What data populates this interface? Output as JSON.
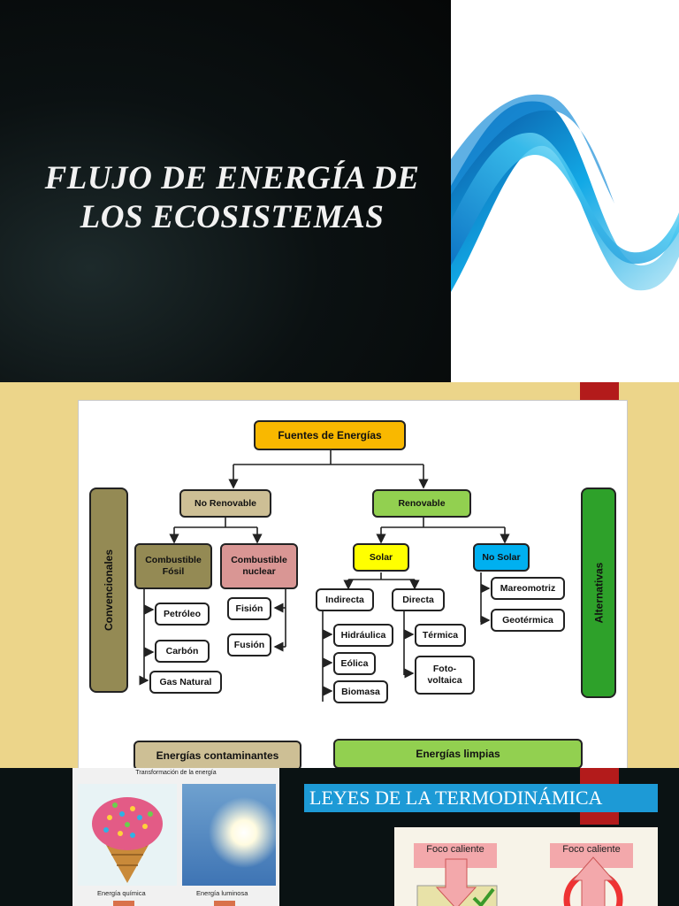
{
  "slide1": {
    "title_line1": "FLUJO DE ENERGÍA DE",
    "title_line2": "LOS ECOSISTEMAS"
  },
  "diagram": {
    "root": "Fuentes de Energías",
    "no_renovable": "No Renovable",
    "renovable": "Renovable",
    "combustible_fosil_line1": "Combustible",
    "combustible_fosil_line2": "Fósil",
    "combustible_nuclear_line1": "Combustible",
    "combustible_nuclear_line2": "nuclear",
    "solar": "Solar",
    "no_solar": "No Solar",
    "petroleo": "Petróleo",
    "carbon": "Carbón",
    "gas_natural": "Gas Natural",
    "fision": "Fisión",
    "fusion": "Fusión",
    "indirecta": "Indirecta",
    "directa": "Directa",
    "hidraulica": "Hidráulica",
    "eolica": "Eólica",
    "biomasa": "Biomasa",
    "termica": "Térmica",
    "fotovoltaica_line1": "Foto-",
    "fotovoltaica_line2": "voltaica",
    "mareomotriz": "Mareomotriz",
    "geotermica": "Geotérmica",
    "convencionales": "Convencionales",
    "alternativas": "Alternativas",
    "contaminantes": "Energías contaminantes",
    "limpias": "Energías limpias",
    "colors": {
      "root": "#f9b800",
      "no_renovable": "#cdbf95",
      "renovable": "#92d050",
      "fosil": "#948a54",
      "nuclear": "#d99694",
      "solar": "#ffff00",
      "no_solar": "#00b0f0",
      "white": "#ffffff"
    }
  },
  "slide3": {
    "transform_header": "Transformación de la energía",
    "caption_quimica": "Energía química",
    "caption_luminosa": "Energía luminosa",
    "laws_title": "LEYES DE LA TERMODINÁMICA",
    "foco1": "Foco caliente",
    "foco2": "Foco caliente"
  }
}
